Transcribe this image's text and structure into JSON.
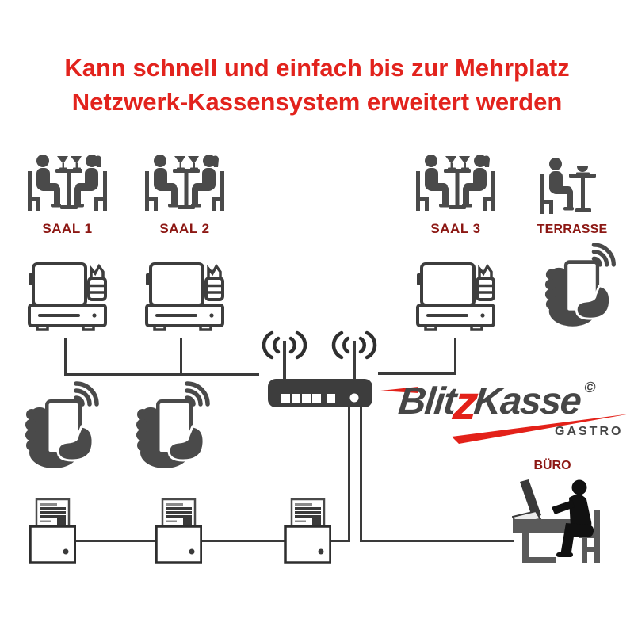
{
  "headline": {
    "line1": "Kann schnell und einfach bis zur Mehrplatz",
    "line2": "Netzwerk-Kassensystem erweitert werden"
  },
  "zones": [
    {
      "id": "saal1",
      "label": "SAAL 1",
      "type": "table-two-guests",
      "device": "pos-terminal"
    },
    {
      "id": "saal2",
      "label": "SAAL 2",
      "type": "table-two-guests",
      "device": "pos-terminal"
    },
    {
      "id": "saal3",
      "label": "SAAL 3",
      "type": "table-two-guests",
      "device": "pos-terminal"
    },
    {
      "id": "terrasse",
      "label": "TERRASSE",
      "type": "table-one-guest",
      "device": "wifi-handheld"
    }
  ],
  "office": {
    "label": "BÜRO"
  },
  "logo": {
    "part1": "Blit",
    "part2": "z",
    "part3": "Kasse",
    "copyright": "©",
    "subtitle": "GASTRO"
  },
  "icons": {
    "dining_table_two": "two-guests-at-table-with-cocktails",
    "dining_table_one": "one-guest-at-table-with-drink",
    "pos_terminal": "cash-register-with-display-and-receipt-printer",
    "handheld": "hand-holding-mobile-order-device-with-wifi",
    "router": "wifi-router-two-antennas",
    "printer": "receipt-printer-with-paper",
    "office_desk": "person-working-at-desk"
  },
  "colors": {
    "headline_red": "#e2231d",
    "label_dark_red": "#8c1713",
    "icon_dark": "#4a4a4a",
    "outline_dark": "#3d3d3d",
    "logo_red": "#e32119",
    "logo_gray": "#464646",
    "connector_line": "#3a3a3a",
    "background": "#ffffff"
  }
}
